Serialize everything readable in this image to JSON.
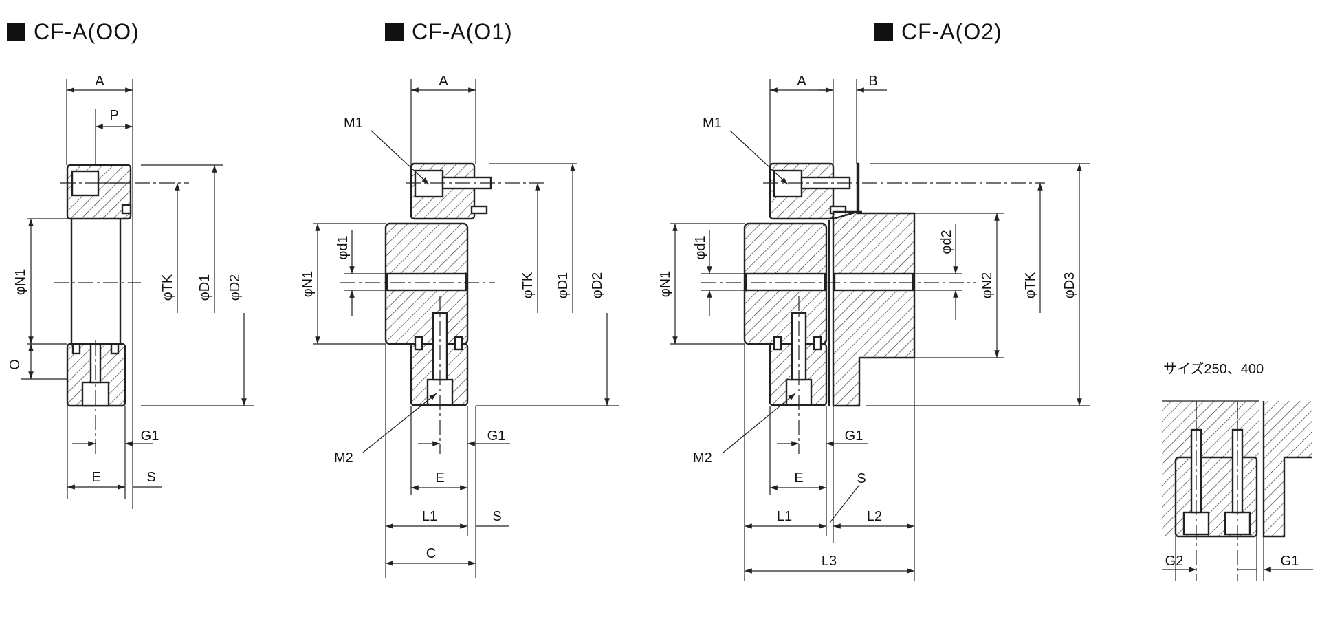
{
  "titles": {
    "oo": "CF-A(OO)",
    "o1": "CF-A(O1)",
    "o2": "CF-A(O2)"
  },
  "detail_caption": "サイズ250、400",
  "labels": {
    "A": "A",
    "B": "B",
    "P": "P",
    "O": "O",
    "C": "C",
    "E": "E",
    "S": "S",
    "G1": "G1",
    "G2": "G2",
    "L1": "L1",
    "L2": "L2",
    "L3": "L3",
    "M1": "M1",
    "M2": "M2",
    "N1": "φN1",
    "N2": "φN2",
    "TK": "φTK",
    "D1": "φD1",
    "D2": "φD2",
    "D3": "φD3",
    "d1": "φd1",
    "d2": "φd2"
  }
}
